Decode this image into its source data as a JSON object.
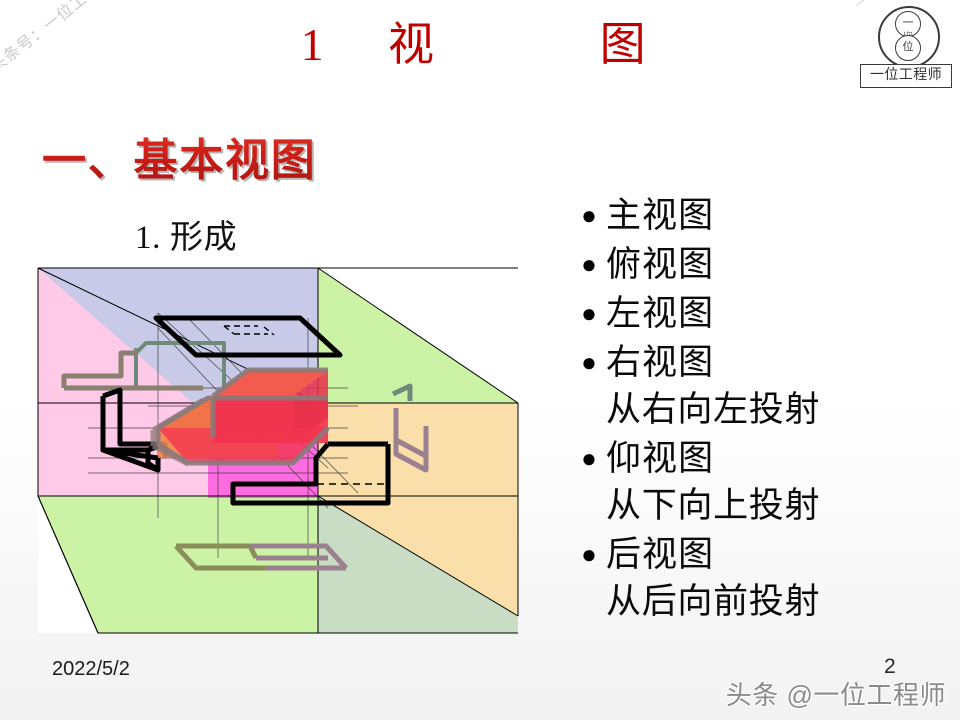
{
  "slide": {
    "title": "1  视      图",
    "section_heading": "一、基本视图",
    "sub_heading": "1. 形成",
    "date": "2022/5/2",
    "page_number": "2",
    "background_color": "#ffffff",
    "title_color": "#c00000",
    "heading_color": "#c00000"
  },
  "logo": {
    "top_char": "一",
    "bottom_char": "位",
    "mid_char": "与",
    "name": "一位工程师"
  },
  "watermarks": {
    "top_left": "头条号：一位工程师",
    "top_right": "一位工程师",
    "bottom": "头条 @一位工程师"
  },
  "views": [
    {
      "bullet": "●",
      "label": "主视图",
      "note": ""
    },
    {
      "bullet": "●",
      "label": "俯视图",
      "note": ""
    },
    {
      "bullet": "●",
      "label": "左视图",
      "note": ""
    },
    {
      "bullet": "●",
      "label": "右视图",
      "note": "从右向左投射"
    },
    {
      "bullet": "●",
      "label": "仰视图",
      "note": "从下向上投射"
    },
    {
      "bullet": "●",
      "label": "后视图",
      "note": "从后向前投射"
    }
  ],
  "figure": {
    "name": "six-view-projection-box",
    "panels": [
      {
        "name": "back-panel-upper",
        "color": "#c9c9e8"
      },
      {
        "name": "left-panel-pink",
        "color": "#ffc9e8"
      },
      {
        "name": "right-panel-green",
        "color": "#ccf2a6"
      },
      {
        "name": "right-panel-orange",
        "color": "#fadfab"
      },
      {
        "name": "floor-panel-green",
        "color": "#ccf2a6"
      },
      {
        "name": "floor-panel-shaded",
        "color": "#c8ddc4"
      },
      {
        "name": "center-magenta",
        "color": "#ff5ce0"
      }
    ],
    "object": {
      "name": "L-shaped-solid",
      "top_color": "#f25b4e",
      "front_color": "#f2354f",
      "side_color": "#f07040",
      "edge_color": "#8b7a7a"
    },
    "projections": [
      {
        "name": "top-view-outline",
        "color": "#000000",
        "style": "solid-with-dashes"
      },
      {
        "name": "left-view-outline",
        "color": "#000000",
        "style": "solid"
      },
      {
        "name": "front-view-outline",
        "color": "#000000",
        "style": "solid-with-dashes"
      },
      {
        "name": "right-view-outline",
        "color": "#9b8090",
        "style": "solid"
      },
      {
        "name": "bottom-view-outline",
        "color": "#8a8f5a",
        "style": "solid"
      },
      {
        "name": "back-view-outline",
        "color": "#6f8a78",
        "style": "solid"
      }
    ]
  }
}
